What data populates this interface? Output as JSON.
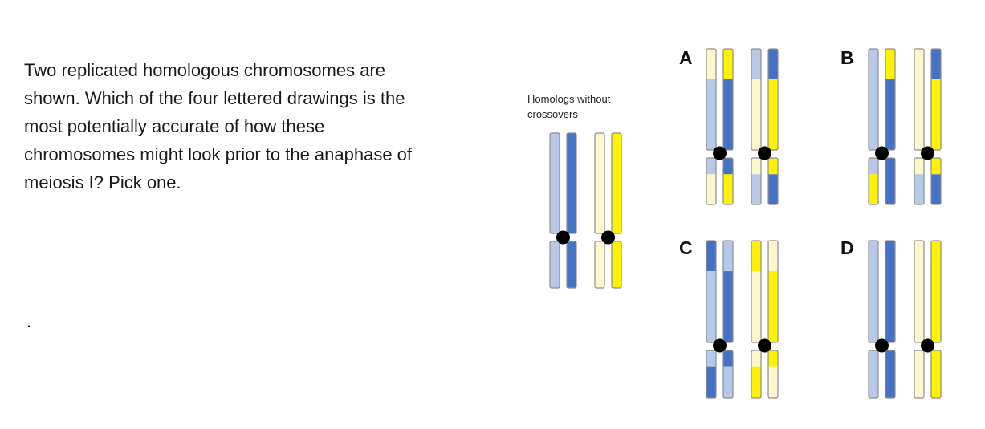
{
  "question": {
    "lines": [
      "Two replicated homologous chromosomes are",
      "shown. Which of the four lettered drawings is the",
      "most potentially accurate of how these",
      "chromosomes might look prior to the anaphase of",
      "meiosis I? Pick one."
    ],
    "trailing_mark": "."
  },
  "reference": {
    "caption_lines": [
      "Homologs without",
      "crossovers"
    ]
  },
  "options": [
    {
      "label": "A"
    },
    {
      "label": "B"
    },
    {
      "label": "C"
    },
    {
      "label": "D"
    }
  ],
  "colors": {
    "light_blue": "#b6c9e7",
    "dark_blue": "#4472c4",
    "light_yellow": "#fdf8cc",
    "bright_yellow": "#fff200",
    "outline": "#8e8e8e",
    "centromere": "#000000"
  },
  "chromosome_groups": [
    {
      "name": "homologs-without-crossovers",
      "chromatids": [
        {
          "top": [
            "light_blue"
          ],
          "bottom": [
            "light_blue"
          ]
        },
        {
          "top": [
            "dark_blue"
          ],
          "bottom": [
            "dark_blue"
          ]
        },
        {
          "top": [
            "light_yellow"
          ],
          "bottom": [
            "light_yellow"
          ]
        },
        {
          "top": [
            "bright_yellow"
          ],
          "bottom": [
            "bright_yellow"
          ]
        }
      ]
    },
    {
      "name": "option-a",
      "chromatids": [
        {
          "top": [
            "light_yellow",
            "light_blue"
          ],
          "bottom": [
            "light_blue",
            "light_yellow"
          ]
        },
        {
          "top": [
            "bright_yellow",
            "dark_blue"
          ],
          "bottom": [
            "dark_blue",
            "bright_yellow"
          ]
        },
        {
          "top": [
            "light_blue",
            "light_yellow"
          ],
          "bottom": [
            "light_yellow",
            "light_blue"
          ]
        },
        {
          "top": [
            "dark_blue",
            "bright_yellow"
          ],
          "bottom": [
            "bright_yellow",
            "dark_blue"
          ]
        }
      ]
    },
    {
      "name": "option-b",
      "chromatids": [
        {
          "top": [
            "light_blue"
          ],
          "bottom": [
            "light_blue",
            "bright_yellow"
          ]
        },
        {
          "top": [
            "bright_yellow",
            "dark_blue"
          ],
          "bottom": [
            "dark_blue"
          ]
        },
        {
          "top": [
            "light_yellow"
          ],
          "bottom": [
            "light_yellow",
            "light_blue"
          ]
        },
        {
          "top": [
            "dark_blue",
            "bright_yellow"
          ],
          "bottom": [
            "bright_yellow",
            "dark_blue"
          ]
        }
      ]
    },
    {
      "name": "option-c",
      "chromatids": [
        {
          "top": [
            "dark_blue",
            "light_blue"
          ],
          "bottom": [
            "light_blue",
            "dark_blue"
          ]
        },
        {
          "top": [
            "light_blue",
            "dark_blue"
          ],
          "bottom": [
            "dark_blue",
            "light_blue"
          ]
        },
        {
          "top": [
            "bright_yellow",
            "light_yellow"
          ],
          "bottom": [
            "light_yellow",
            "bright_yellow"
          ]
        },
        {
          "top": [
            "light_yellow",
            "bright_yellow"
          ],
          "bottom": [
            "bright_yellow",
            "light_yellow"
          ]
        }
      ]
    },
    {
      "name": "option-d",
      "chromatids": [
        {
          "top": [
            "light_blue"
          ],
          "bottom": [
            "light_blue"
          ]
        },
        {
          "top": [
            "dark_blue"
          ],
          "bottom": [
            "dark_blue"
          ]
        },
        {
          "top": [
            "light_yellow"
          ],
          "bottom": [
            "light_yellow"
          ]
        },
        {
          "top": [
            "bright_yellow"
          ],
          "bottom": [
            "bright_yellow"
          ]
        }
      ]
    }
  ]
}
